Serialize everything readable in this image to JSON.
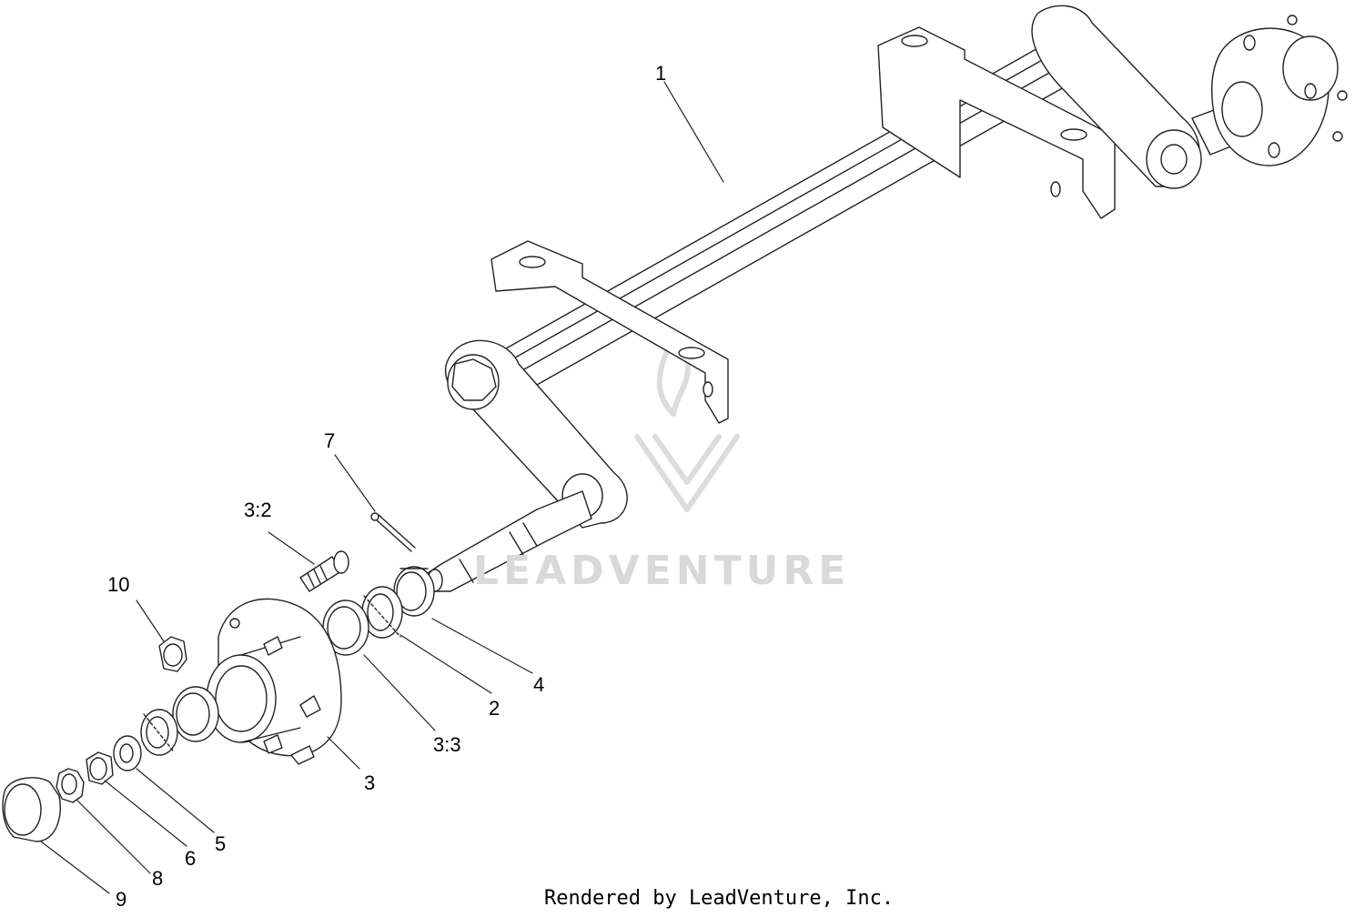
{
  "diagram": {
    "callouts": [
      {
        "id": "1",
        "label": "1"
      },
      {
        "id": "7",
        "label": "7"
      },
      {
        "id": "3-2",
        "label": "3:2"
      },
      {
        "id": "10",
        "label": "10"
      },
      {
        "id": "4",
        "label": "4"
      },
      {
        "id": "2",
        "label": "2"
      },
      {
        "id": "3-3",
        "label": "3:3"
      },
      {
        "id": "3",
        "label": "3"
      },
      {
        "id": "5",
        "label": "5"
      },
      {
        "id": "6",
        "label": "6"
      },
      {
        "id": "8",
        "label": "8"
      },
      {
        "id": "9",
        "label": "9"
      }
    ],
    "watermark": "LEADVENTURE",
    "footer": "Rendered by LeadVenture, Inc."
  }
}
